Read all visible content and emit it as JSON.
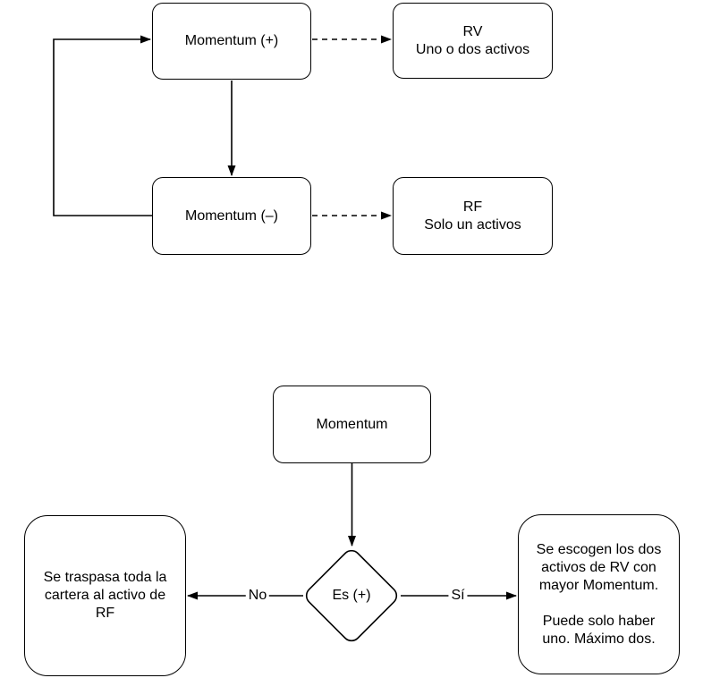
{
  "top_flow": {
    "momentum_plus": "Momentum (+)",
    "momentum_minus": "Momentum (–)",
    "rv": {
      "title": "RV",
      "subtitle": "Uno o dos activos"
    },
    "rf": {
      "title": "RF",
      "subtitle": "Solo un activos"
    }
  },
  "bottom_flow": {
    "momentum": "Momentum",
    "decision": "Es (+)",
    "no_label": "No",
    "yes_label": "Sí",
    "no_result_lines": [
      "Se traspasa toda la",
      "cartera al activo de",
      "RF"
    ],
    "yes_result_lines": [
      "Se escogen los dos",
      "activos de RV con",
      "mayor Momentum.",
      "",
      "Puede solo haber",
      "uno. Máximo dos."
    ]
  },
  "colors": {
    "stroke": "#000000",
    "node_fill": "#ffffff",
    "background": "#ffffff"
  }
}
